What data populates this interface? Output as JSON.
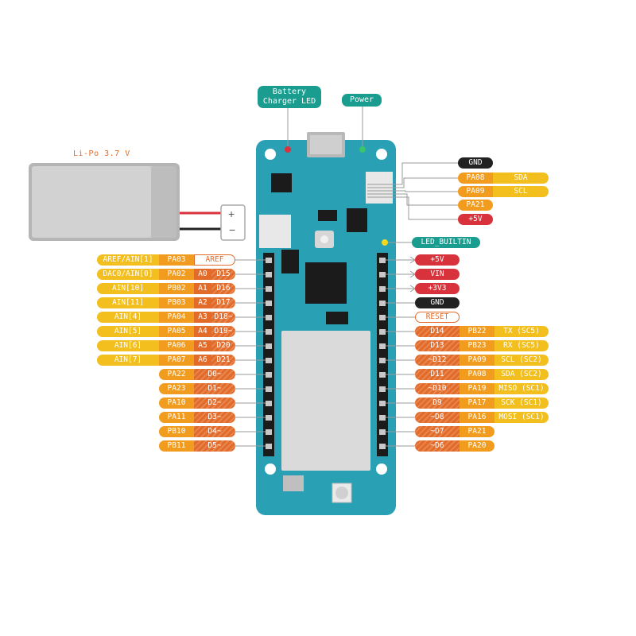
{
  "battery": {
    "label": "Li-Po 3.7 V"
  },
  "connector": {
    "plus": "+",
    "minus": "−"
  },
  "top_labels": {
    "charger_led": "Battery\nCharger LED",
    "power": "Power"
  },
  "led_builtin": "LED_BUILTIN",
  "right_top": [
    {
      "name": "GND",
      "extra": "",
      "color": "black"
    },
    {
      "name": "PA08",
      "extra": "SDA",
      "color": "orange"
    },
    {
      "name": "PA09",
      "extra": "SCL",
      "color": "orange"
    },
    {
      "name": "PA21",
      "extra": "",
      "color": "orange"
    },
    {
      "name": "+5V",
      "extra": "",
      "color": "red"
    }
  ],
  "left_pins": [
    {
      "ain": "AREF/AIN[1]",
      "port": "PA03",
      "analog": "AREF",
      "digital": ""
    },
    {
      "ain": "DAC0/AIN[0]",
      "port": "PA02",
      "analog": "A0",
      "digital": "D15"
    },
    {
      "ain": "AIN[10]",
      "port": "PB02",
      "analog": "A1",
      "digital": "D16"
    },
    {
      "ain": "AIN[11]",
      "port": "PB03",
      "analog": "A2",
      "digital": "D17"
    },
    {
      "ain": "AIN[4]",
      "port": "PA04",
      "analog": "A3",
      "digital": "D18~"
    },
    {
      "ain": "AIN[5]",
      "port": "PA05",
      "analog": "A4",
      "digital": "D19~"
    },
    {
      "ain": "AIN[6]",
      "port": "PA06",
      "analog": "A5",
      "digital": "D20"
    },
    {
      "ain": "AIN[7]",
      "port": "PA07",
      "analog": "A6",
      "digital": "D21"
    },
    {
      "ain": "",
      "port": "PA22",
      "analog": "",
      "digital": "D0~"
    },
    {
      "ain": "",
      "port": "PA23",
      "analog": "",
      "digital": "D1~"
    },
    {
      "ain": "",
      "port": "PA10",
      "analog": "",
      "digital": "D2~"
    },
    {
      "ain": "",
      "port": "PA11",
      "analog": "",
      "digital": "D3~"
    },
    {
      "ain": "",
      "port": "PB10",
      "analog": "",
      "digital": "D4~"
    },
    {
      "ain": "",
      "port": "PB11",
      "analog": "",
      "digital": "D5~"
    }
  ],
  "right_pins": [
    {
      "main": "+5V",
      "port": "",
      "func": "",
      "color": "red"
    },
    {
      "main": "VIN",
      "port": "",
      "func": "",
      "color": "red"
    },
    {
      "main": "+3V3",
      "port": "",
      "func": "",
      "color": "red"
    },
    {
      "main": "GND",
      "port": "",
      "func": "",
      "color": "black"
    },
    {
      "main": "RESET",
      "port": "",
      "func": "",
      "color": "white"
    },
    {
      "main": "D14",
      "port": "PB22",
      "func": "TX (SC5)",
      "color": "dark"
    },
    {
      "main": "D13",
      "port": "PB23",
      "func": "RX (SC5)",
      "color": "dark"
    },
    {
      "main": "~D12",
      "port": "PA09",
      "func": "SCL (SC2)",
      "color": "dark"
    },
    {
      "main": "D11",
      "port": "PA08",
      "func": "SDA (SC2)",
      "color": "dark"
    },
    {
      "main": "~D10",
      "port": "PA19",
      "func": "MISO (SC1)",
      "color": "dark"
    },
    {
      "main": "D9",
      "port": "PA17",
      "func": "SCK (SC1)",
      "color": "dark"
    },
    {
      "main": "~D8",
      "port": "PA16",
      "func": "MOSI (SC1)",
      "color": "dark"
    },
    {
      "main": "~D7",
      "port": "PA21",
      "func": "",
      "color": "dark"
    },
    {
      "main": "~D6",
      "port": "PA20",
      "func": "",
      "color": "dark"
    }
  ],
  "colors": {
    "board": "#2aa0b5",
    "board_dark": "#1f8797",
    "teal_label": "#1a9c8e",
    "yellow": "#f2bf1f",
    "orange": "#f29c1f",
    "dark_orange": "#e26b29",
    "red": "#d8333c",
    "black": "#222222"
  }
}
